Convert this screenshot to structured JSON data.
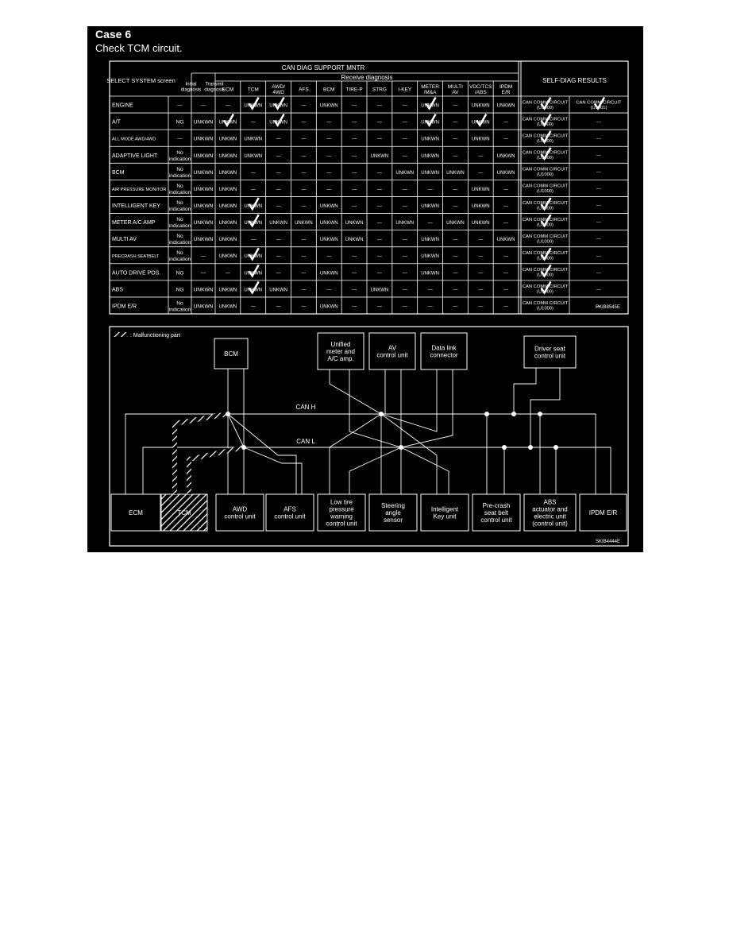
{
  "title": "Case 6",
  "subtitle": "Check TCM circuit.",
  "table": {
    "header_main": "CAN DIAG SUPPORT MNTR",
    "header_receive": "Receive diagnosis",
    "select_system_label": "SELECT SYSTEM screen",
    "self_diag_label": "SELF-DIAG RESULTS",
    "col_initial": [
      "Initial",
      "diagnosis"
    ],
    "col_transmit": [
      "Transmit",
      "diagnosis"
    ],
    "receive_cols": [
      [
        "ECM"
      ],
      [
        "TCM"
      ],
      [
        "AWD/",
        "4WD"
      ],
      [
        "AFS"
      ],
      [
        "BCM"
      ],
      [
        "TIRE-P"
      ],
      [
        "STRG"
      ],
      [
        "I-KEY"
      ],
      [
        "METER",
        "/M&A"
      ],
      [
        "MULTI",
        "AV"
      ],
      [
        "VDC/TCS",
        "/ABS"
      ],
      [
        "IPDM",
        "E/R"
      ]
    ],
    "rows": [
      {
        "name": "ENGINE",
        "small": false,
        "initial": "—",
        "transmit": "—",
        "recv": [
          "—",
          "UNKWN✓",
          "UNKWN✓",
          "—",
          "UNKWN",
          "—",
          "—",
          "—",
          "UNKWN✓",
          "—",
          "UNKWN",
          "UNKWN"
        ],
        "sd1": [
          "CAN COMM CIRCUIT",
          "(U1000)"
        ],
        "sd1check": true,
        "sd2": [
          "CAN COMM CIRCUIT",
          "(U1001)"
        ],
        "sd2check": true
      },
      {
        "name": "A/T",
        "small": false,
        "initial": "NG",
        "transmit": "UNKWN",
        "recv": [
          "UNKWN✓",
          "—",
          "UNKWN✓",
          "—",
          "—",
          "—",
          "—",
          "—",
          "UNKWN✓",
          "—",
          "UNKWN✓",
          "—"
        ],
        "sd1": [
          "CAN COMM CIRCUIT",
          "(U1000)"
        ],
        "sd1check": true,
        "sd2": [
          "—"
        ],
        "sd2check": false
      },
      {
        "name": "ALL MODE AWD/4WD",
        "small": true,
        "initial": "—",
        "transmit": "UNKWN",
        "recv": [
          "UNKWN",
          "UNKWN",
          "—",
          "—",
          "—",
          "—",
          "—",
          "—",
          "UNKWN",
          "—",
          "UNKWN",
          "—"
        ],
        "sd1": [
          "CAN COMM CIRCUIT",
          "(U1000)"
        ],
        "sd1check": true,
        "sd2": [
          "—"
        ],
        "sd2check": false
      },
      {
        "name": "ADAPTIVE LIGHT",
        "small": false,
        "initial": "No|indication",
        "transmit": "UNKWN",
        "recv": [
          "UNKWN",
          "UNKWN",
          "—",
          "—",
          "—",
          "—",
          "UNKWN",
          "—",
          "UNKWN",
          "—",
          "—",
          "UNKWN"
        ],
        "sd1": [
          "CAN COMM CIRCUIT",
          "(U1000)"
        ],
        "sd1check": true,
        "sd2": [
          "—"
        ],
        "sd2check": false
      },
      {
        "name": "BCM",
        "small": false,
        "initial": "No|indication",
        "transmit": "UNKWN",
        "recv": [
          "UNKWN",
          "—",
          "—",
          "—",
          "—",
          "—",
          "—",
          "UNKWN",
          "UNKWN",
          "UNKWN",
          "—",
          "UNKWN"
        ],
        "sd1": [
          "CAN COMM CIRCUIT",
          "(U1000)"
        ],
        "sd1check": false,
        "sd2": [
          "—"
        ],
        "sd2check": false
      },
      {
        "name": "AIR PRESSURE MONITOR",
        "small": true,
        "initial": "No|indication",
        "transmit": "UNKWN",
        "recv": [
          "UNKWN",
          "—",
          "—",
          "—",
          "—",
          "—",
          "—",
          "—",
          "—",
          "—",
          "UNKWN",
          "—"
        ],
        "sd1": [
          "CAN COMM CIRCUIT",
          "(U1000)"
        ],
        "sd1check": false,
        "sd2": [
          "—"
        ],
        "sd2check": false
      },
      {
        "name": "INTELLIGENT KEY",
        "small": false,
        "initial": "No|indication",
        "transmit": "UNKWN",
        "recv": [
          "UNKWN",
          "UNKWN✓",
          "—",
          "—",
          "UNKWN",
          "—",
          "—",
          "—",
          "UNKWN",
          "—",
          "UNKWN",
          "—"
        ],
        "sd1": [
          "CAN COMM CIRCUIT",
          "(U1000)"
        ],
        "sd1check": true,
        "sd2": [
          "—"
        ],
        "sd2check": false
      },
      {
        "name": "METER A/C AMP",
        "small": false,
        "initial": "No|indication",
        "transmit": "UNKWN",
        "recv": [
          "UNKWN",
          "UNKWN✓",
          "UNKWN",
          "UNKWN",
          "UNKWN",
          "UNKWN",
          "—",
          "UNKWN",
          "—",
          "UNKWN",
          "UNKWN",
          "—"
        ],
        "sd1": [
          "CAN COMM CIRCUIT",
          "(U1000)"
        ],
        "sd1check": true,
        "sd2": [
          "—"
        ],
        "sd2check": false
      },
      {
        "name": "MULTI AV",
        "small": false,
        "initial": "No|indication",
        "transmit": "UNKWN",
        "recv": [
          "UNKWN",
          "—",
          "—",
          "—",
          "UNKWN",
          "UNKWN",
          "—",
          "—",
          "UNKWN",
          "—",
          "—",
          "UNKWN"
        ],
        "sd1": [
          "CAN COMM CIRCUIT",
          "(U1000)"
        ],
        "sd1check": false,
        "sd2": [
          "—"
        ],
        "sd2check": false
      },
      {
        "name": "PRECRASH SEATBELT",
        "small": true,
        "initial": "No|indication",
        "transmit": "—",
        "recv": [
          "UNKWN",
          "UNKWN✓",
          "—",
          "—",
          "—",
          "—",
          "—",
          "—",
          "UNKWN",
          "—",
          "—",
          "—"
        ],
        "sd1": [
          "CAN COMM CIRCUIT",
          "(U1000)"
        ],
        "sd1check": true,
        "sd2": [
          "—"
        ],
        "sd2check": false
      },
      {
        "name": "AUTO DRIVE POS.",
        "small": false,
        "initial": "NG",
        "transmit": "—",
        "recv": [
          "—",
          "UNKWN✓",
          "—",
          "—",
          "UNKWN",
          "—",
          "—",
          "—",
          "UNKWN",
          "—",
          "—",
          "—"
        ],
        "sd1": [
          "CAN COMM CIRCUIT",
          "(U1000)"
        ],
        "sd1check": true,
        "sd2": [
          "—"
        ],
        "sd2check": false
      },
      {
        "name": "ABS",
        "small": false,
        "initial": "NG",
        "transmit": "UNKWN",
        "recv": [
          "UNKWN",
          "UNKWN✓",
          "UNKWN",
          "—",
          "—",
          "—",
          "UNKWN",
          "—",
          "—",
          "—",
          "—",
          "—"
        ],
        "sd1": [
          "CAN COMM CIRCUIT",
          "(U1000)"
        ],
        "sd1check": true,
        "sd2": [
          "—"
        ],
        "sd2check": false
      },
      {
        "name": "IPDM E/R",
        "small": false,
        "initial": "No|indication",
        "transmit": "UNKWN",
        "recv": [
          "UNKWN",
          "—",
          "—",
          "—",
          "UNKWN",
          "—",
          "—",
          "—",
          "—",
          "—",
          "—",
          "—"
        ],
        "sd1": [
          "CAN COMM CIRCUIT",
          "(U1000)"
        ],
        "sd1check": false,
        "sd2": [
          "—"
        ],
        "sd2check": false
      }
    ],
    "code": "PKIB8545E"
  },
  "diagram": {
    "legend": ": Malfunctioning part",
    "can_h": "CAN H",
    "can_l": "CAN L",
    "top_units": {
      "bcm": [
        "BCM"
      ],
      "meter": [
        "Unified",
        "meter and",
        "A/C amp."
      ],
      "av": [
        "AV",
        "control unit"
      ],
      "dlc": [
        "Data link",
        "connector"
      ],
      "driver": [
        "Driver seat",
        "control unit"
      ]
    },
    "bottom_units": {
      "ecm": [
        "ECM"
      ],
      "tcm": [
        "TCM"
      ],
      "awd": [
        "AWD",
        "control unit"
      ],
      "afs": [
        "AFS",
        "control unit"
      ],
      "tire": [
        "Low tire",
        "pressure",
        "warning",
        "control unit"
      ],
      "strg": [
        "Steering",
        "angle",
        "sensor"
      ],
      "ikey": [
        "Intelligent",
        "Key unit"
      ],
      "precrash": [
        "Pre-crash",
        "seat belt",
        "control unit"
      ],
      "abs": [
        "ABS",
        "actuator and",
        "electric unit",
        "(control unit)"
      ],
      "ipdm": [
        "IPDM E/R"
      ]
    },
    "code": "SKIB4444E"
  },
  "colors": {
    "panel": "#000000",
    "lines": "#ffffff"
  }
}
